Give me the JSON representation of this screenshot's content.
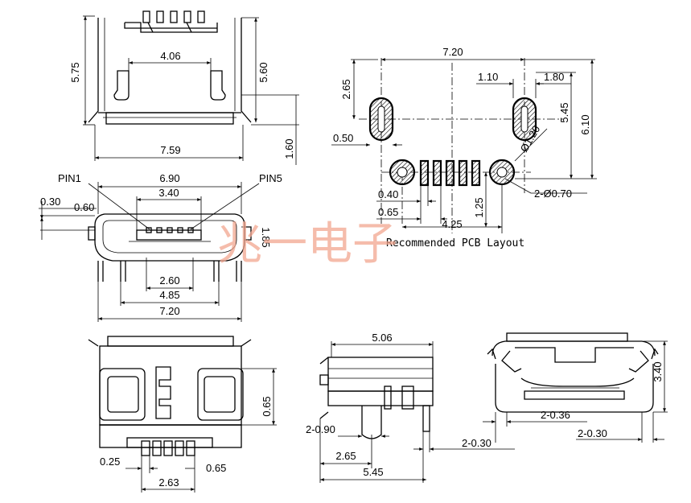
{
  "watermark": "兆一电子",
  "caption": "Recommended PCB Layout",
  "colors": {
    "ink": "#000000",
    "watermark": "#f2a68f",
    "background": "#ffffff"
  },
  "top_view": {
    "height": "5.75",
    "inner_height": "5.60",
    "pad_spacing": "4.06",
    "width": "7.59",
    "lead": "1.60"
  },
  "front_view": {
    "pin1": "PIN1",
    "pin5": "PIN5",
    "overall_top": "6.90",
    "inner": "3.40",
    "d030": "0.30",
    "d060": "0.60",
    "d185": "1.85",
    "d260": "2.60",
    "d485": "4.85",
    "d720": "7.20"
  },
  "pcb": {
    "w720": "7.20",
    "d110": "1.10",
    "d180": "1.80",
    "d265": "2.65",
    "d545": "5.45",
    "d610": "6.10",
    "d050": "0.50",
    "d120": "Ø1.20",
    "d040": "0.40",
    "d065": "0.65",
    "d425": "4.25",
    "d125": "1.25",
    "holes": "2-Ø0.70"
  },
  "bottom_view": {
    "d065": "0.65",
    "d025": "0.25",
    "d065b": "0.65",
    "d263": "2.63"
  },
  "side_view": {
    "d506": "5.06",
    "d090": "2-0.90",
    "d265": "2.65",
    "d030": "2-0.30",
    "d545": "5.45"
  },
  "rear_view": {
    "d340": "3.40",
    "d036": "2-0.36",
    "d030": "2-0.30"
  }
}
